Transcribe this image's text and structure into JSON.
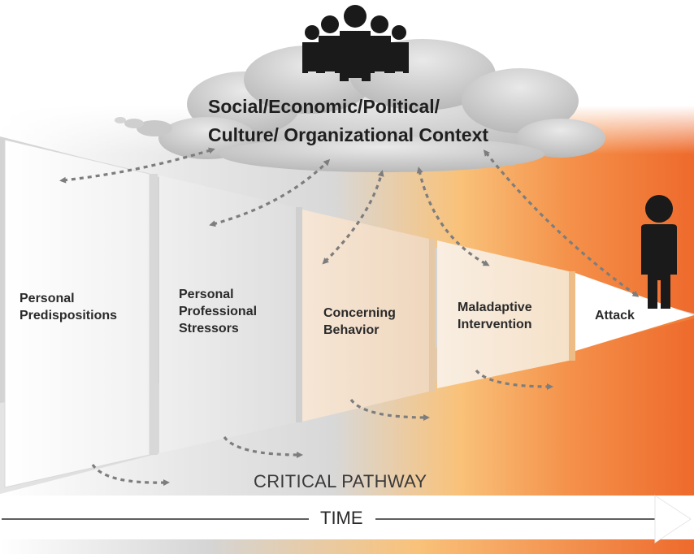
{
  "context": {
    "title": "Social/Economic/Political/\nCulture/ Organizational Context"
  },
  "stages": [
    {
      "label": "Personal\nPredispositions"
    },
    {
      "label": "Personal\nProfessional\nStressors"
    },
    {
      "label": "Concerning\nBehavior"
    },
    {
      "label": "Maladaptive\nIntervention"
    },
    {
      "label": "Attack"
    }
  ],
  "pathway": {
    "label": "CRITICAL PATHWAY"
  },
  "timeline": {
    "label": "TIME"
  },
  "colors": {
    "accent_orange": "#ee6a2c",
    "light_orange": "#f7b98b",
    "cloud_gray": "#c9c9c9",
    "arrow_gray": "#8a8a8a",
    "figure_black": "#1a1a1a"
  },
  "icons": [
    "crowd-icon",
    "person-icon"
  ]
}
